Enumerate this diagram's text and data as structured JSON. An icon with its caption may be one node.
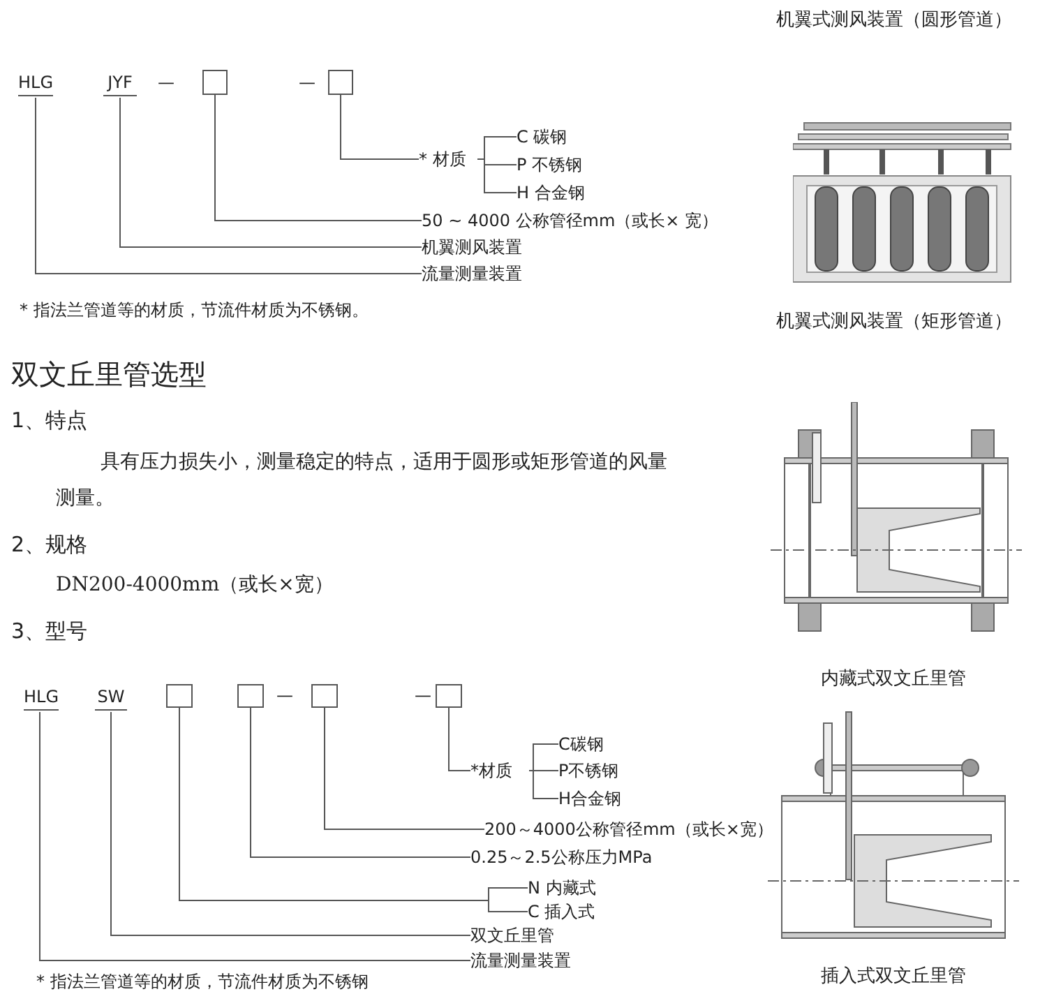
{
  "diagram": {
    "nodes": [
      {
        "text": [
          "HLG"
        ]
      },
      {
        "text": [
          "JYF"
        ]
      },
      {
        "text": [],
        "shape": "box"
      },
      {
        "text": [],
        "shape": "box"
      },
      {
        "text": [
          "* 材质"
        ]
      },
      {
        "text": [
          "C 碳钢"
        ]
      },
      {
        "text": [
          "P 不锈钢"
        ]
      },
      {
        "text": [
          "H 合金钢"
        ]
      },
      {
        "text": [
          "50 ~ 4000 公称管径mm（或长× 宽）"
        ]
      },
      {
        "text": [
          "机翼测风装置"
        ]
      },
      {
        "text": [
          "流量测量装置"
        ]
      },
      {
        "text": [
          "HLG"
        ]
      },
      {
        "text": [
          "SW"
        ]
      },
      {
        "text": [],
        "shape": "box"
      },
      {
        "text": [],
        "shape": "box"
      },
      {
        "text": [],
        "shape": "box"
      },
      {
        "text": [],
        "shape": "box"
      },
      {
        "text": [
          "*材质"
        ]
      },
      {
        "text": [
          "C碳钢"
        ]
      },
      {
        "text": [
          "P不锈钢"
        ]
      },
      {
        "text": [
          "H合金钢"
        ]
      },
      {
        "text": [
          "200～4000公称管径mm（或长×宽）"
        ]
      },
      {
        "text": [
          "0.25～2.5公称压力MPa"
        ]
      },
      {
        "text": [
          "N 内藏式"
        ]
      },
      {
        "text": [
          "C 插入式"
        ]
      },
      {
        "text": [
          "双文丘里管"
        ]
      },
      {
        "text": [
          "流量测量装置"
        ]
      }
    ],
    "edges": [
      {
        "from": 3,
        "to": 4,
        "arrow": "none"
      },
      {
        "from": 4,
        "to": 5,
        "arrow": "none"
      },
      {
        "from": 4,
        "to": 6,
        "arrow": "none"
      },
      {
        "from": 4,
        "to": 7,
        "arrow": "none"
      },
      {
        "from": 2,
        "to": 8,
        "arrow": "none"
      },
      {
        "from": 1,
        "to": 9,
        "arrow": "none"
      },
      {
        "from": 0,
        "to": 10,
        "arrow": "none"
      },
      {
        "from": 16,
        "to": 17,
        "arrow": "none"
      },
      {
        "from": 17,
        "to": 18,
        "arrow": "none"
      },
      {
        "from": 17,
        "to": 19,
        "arrow": "none"
      },
      {
        "from": 17,
        "to": 20,
        "arrow": "none"
      },
      {
        "from": 15,
        "to": 21,
        "arrow": "none"
      },
      {
        "from": 14,
        "to": 22,
        "arrow": "none"
      },
      {
        "from": 13,
        "to": 23,
        "arrow": "none"
      },
      {
        "from": 13,
        "to": 24,
        "arrow": "none"
      },
      {
        "from": 12,
        "to": 25,
        "arrow": "none"
      },
      {
        "from": 11,
        "to": 26,
        "arrow": "none"
      }
    ],
    "labels": [
      "机翼式测风装置（圆形管道）",
      "—",
      "—",
      "机翼式测风装置（矩形管道）",
      "* 指法兰管道等的材质，节流件材质为不锈钢。",
      "双文丘里管选型",
      "1、特点",
      "具有压力损失小，测量稳定的特点，适用于圆形或矩形管道的风量测量。",
      "2、规格",
      "DN200-4000mm（或长×宽）",
      "3、型号",
      "—",
      "—",
      "内藏式双文丘里管",
      "插入式双文丘里管",
      "* 指法兰管道等的材质，节流件材质为不锈钢"
    ]
  }
}
